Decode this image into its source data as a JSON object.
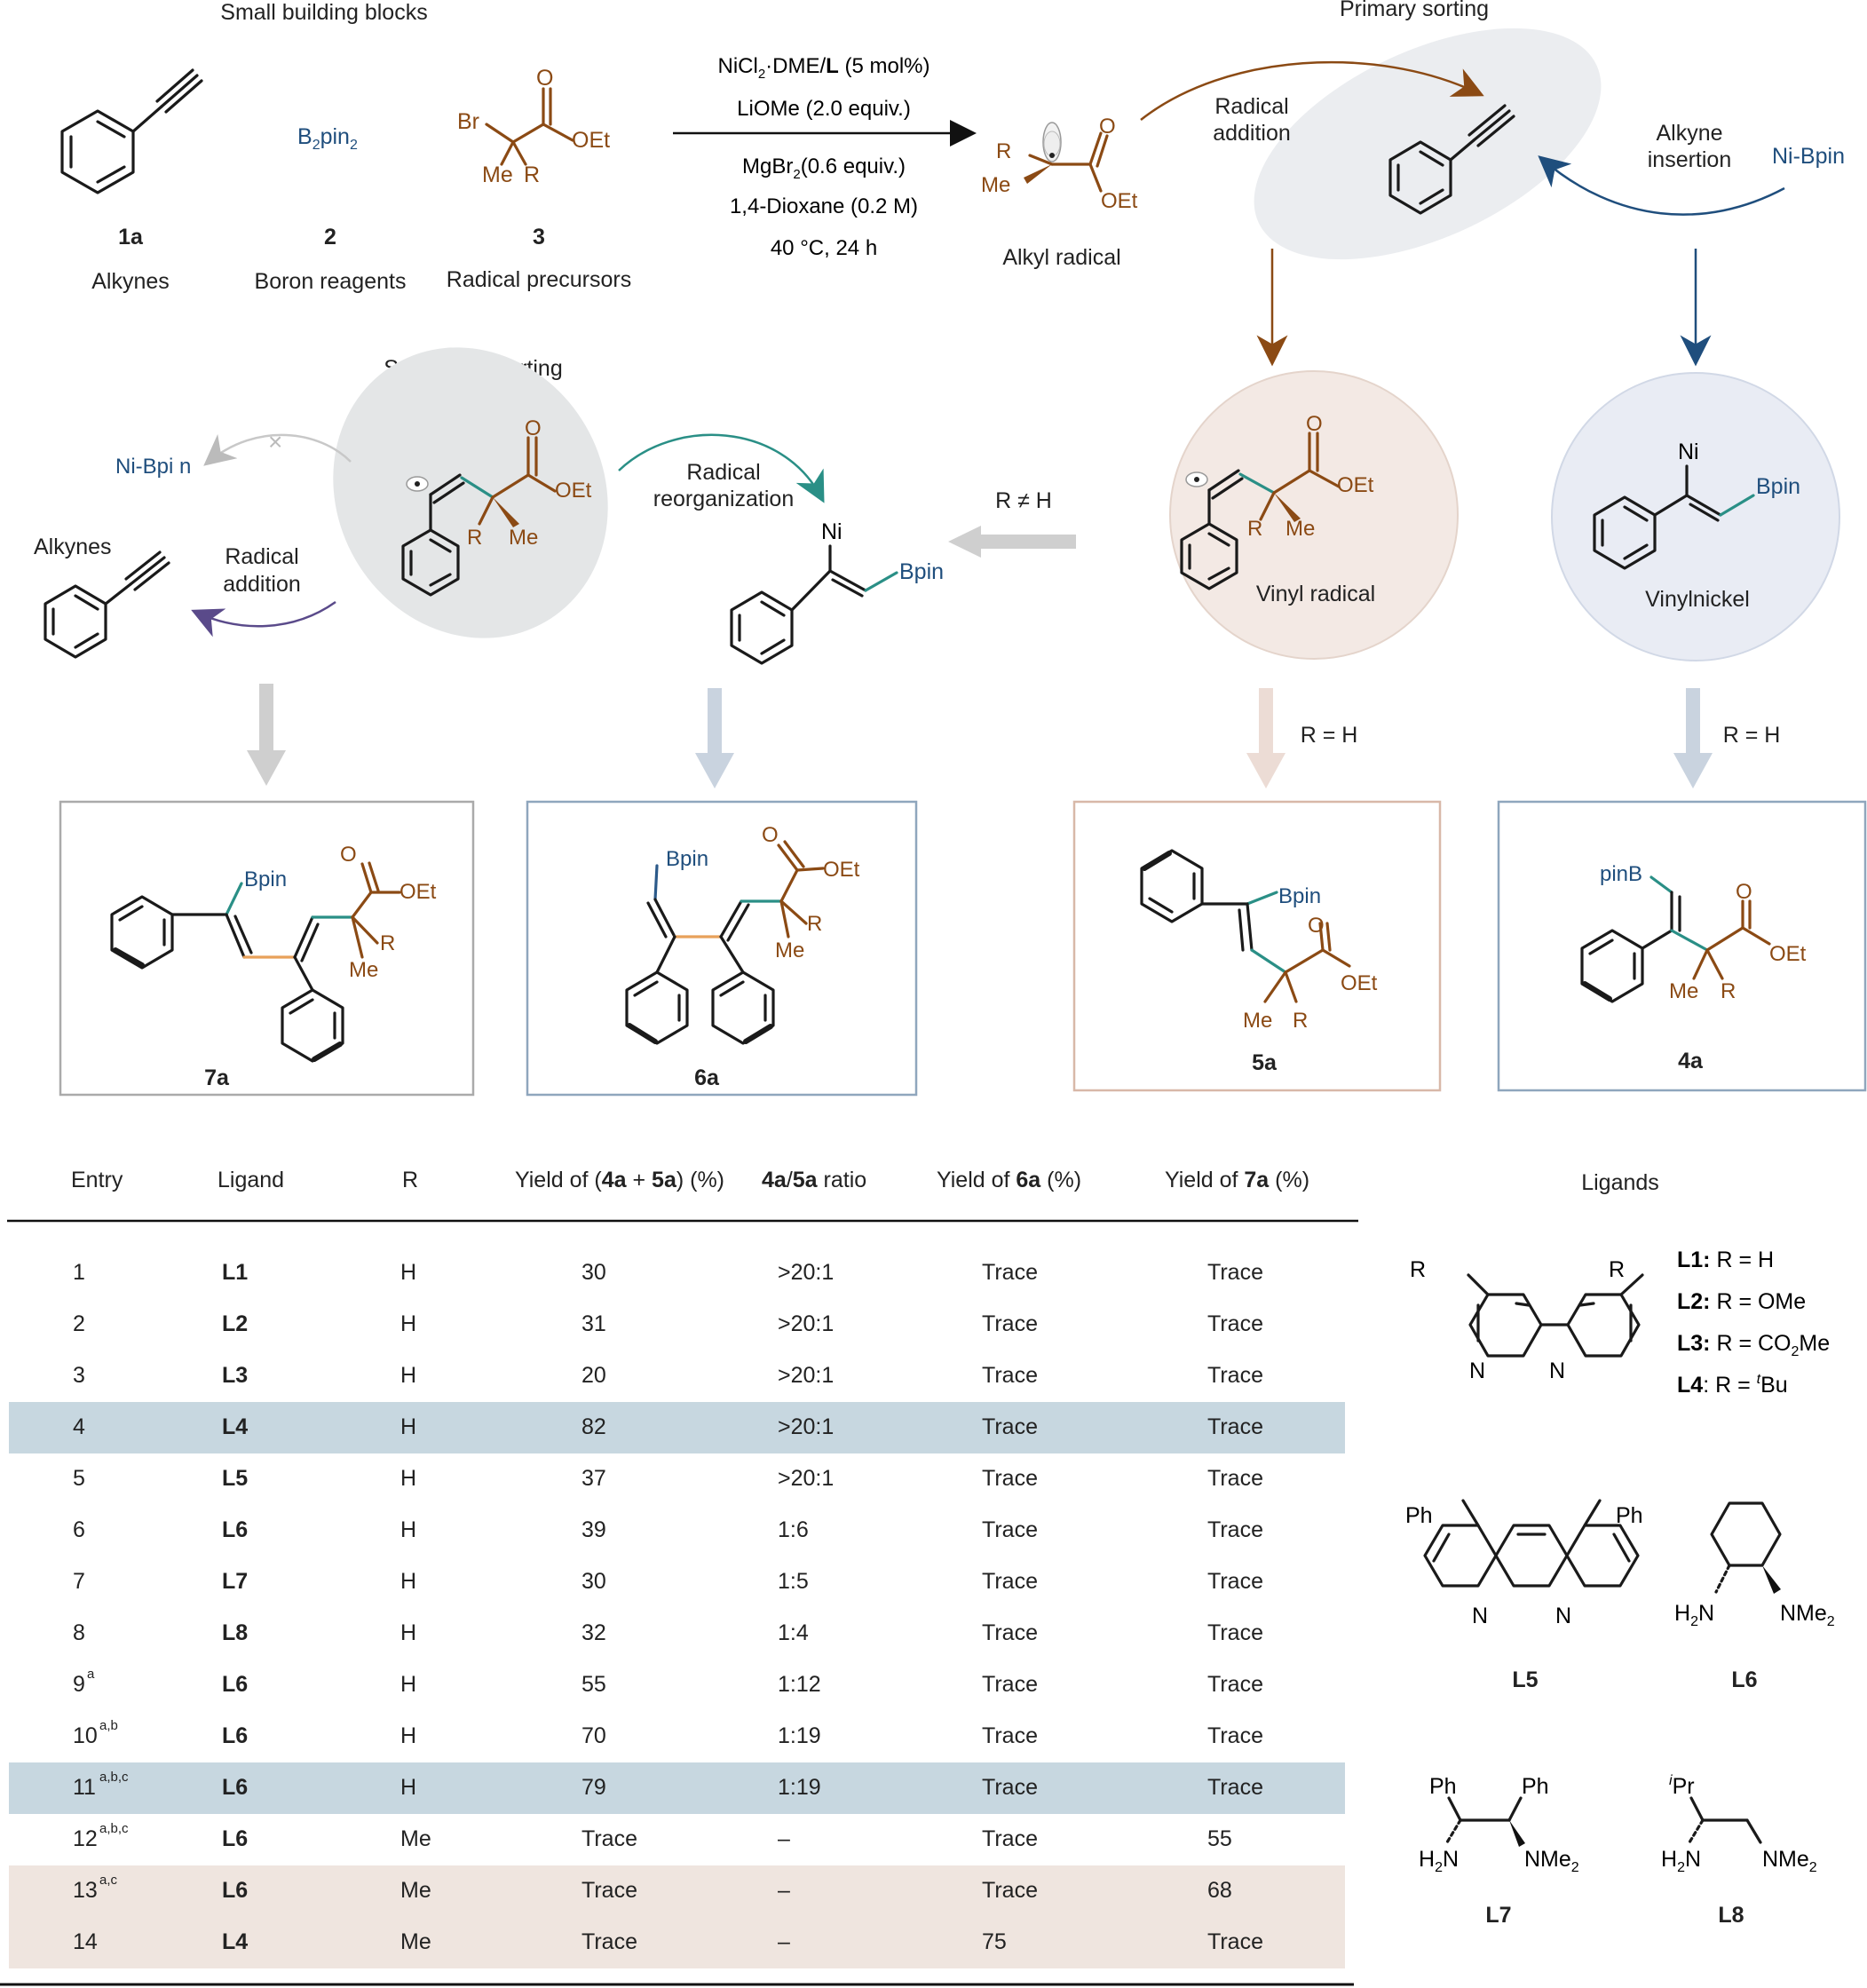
{
  "figure": {
    "headings": {
      "building_blocks": "Small building blocks",
      "primary_sorting": "Primary sorting",
      "secondary_sorting": "Secondary sorting"
    },
    "reagents": [
      {
        "id": "1a",
        "caption": "Alkynes"
      },
      {
        "id": "2",
        "formula": "B2pin2",
        "caption": "Boron reagents"
      },
      {
        "id": "3",
        "caption": "Radical precursors"
      }
    ],
    "conditions": {
      "line1": "NiCl2·DME/L (5 mol%)",
      "line2": "LiOMe (2.0 equiv.)",
      "line3": "MgBr2(0.6 equiv.)",
      "line4": "1,4-Dioxane (0.2 M)",
      "line5": "40 °C, 24 h"
    },
    "labels": {
      "alkyl_radical": "Alkyl radical",
      "radical_addition_1": "Radical addition",
      "alkyne_insertion": "Alkyne insertion",
      "ni_bpin": "Ni-Bpin",
      "ni_bpin_blocked": "Ni-Bpi n",
      "alkynes": "Alkynes",
      "radical_addition_2": "Radical addition",
      "radical_reorganization": "Radical reorganization",
      "r_ne_h": "R ≠ H",
      "vinyl_radical": "Vinyl radical",
      "vinylnickel": "Vinylnickel",
      "r_eq_h_1": "R = H",
      "r_eq_h_2": "R = H"
    },
    "atoms": {
      "me": "Me",
      "r": "R",
      "o": "O",
      "oet": "OEt",
      "br": "Br",
      "ni": "Ni",
      "bpin": "Bpin",
      "pinb": "pinB",
      "n": "N",
      "ph": "Ph",
      "h2n": "H2N",
      "nme2": "NMe2",
      "ipr": "iPr"
    },
    "products": [
      "7a",
      "6a",
      "5a",
      "4a"
    ]
  },
  "table": {
    "headers": [
      "Entry",
      "Ligand",
      "R",
      "Yield of (4a + 5a) (%)",
      "4a/5a ratio",
      "Yield of 6a (%)",
      "Yield of 7a (%)"
    ],
    "rows": [
      {
        "entry": "1",
        "sup": "",
        "ligand": "L1",
        "r": "H",
        "y45": "30",
        "ratio": ">20:1",
        "y6": "Trace",
        "y7": "Trace",
        "hl": ""
      },
      {
        "entry": "2",
        "sup": "",
        "ligand": "L2",
        "r": "H",
        "y45": "31",
        "ratio": ">20:1",
        "y6": "Trace",
        "y7": "Trace",
        "hl": ""
      },
      {
        "entry": "3",
        "sup": "",
        "ligand": "L3",
        "r": "H",
        "y45": "20",
        "ratio": ">20:1",
        "y6": "Trace",
        "y7": "Trace",
        "hl": ""
      },
      {
        "entry": "4",
        "sup": "",
        "ligand": "L4",
        "r": "H",
        "y45": "82",
        "ratio": ">20:1",
        "y6": "Trace",
        "y7": "Trace",
        "hl": "blue"
      },
      {
        "entry": "5",
        "sup": "",
        "ligand": "L5",
        "r": "H",
        "y45": "37",
        "ratio": ">20:1",
        "y6": "Trace",
        "y7": "Trace",
        "hl": ""
      },
      {
        "entry": "6",
        "sup": "",
        "ligand": "L6",
        "r": "H",
        "y45": "39",
        "ratio": "1:6",
        "y6": "Trace",
        "y7": "Trace",
        "hl": ""
      },
      {
        "entry": "7",
        "sup": "",
        "ligand": "L7",
        "r": "H",
        "y45": "30",
        "ratio": "1:5",
        "y6": "Trace",
        "y7": "Trace",
        "hl": ""
      },
      {
        "entry": "8",
        "sup": "",
        "ligand": "L8",
        "r": "H",
        "y45": "32",
        "ratio": "1:4",
        "y6": "Trace",
        "y7": "Trace",
        "hl": ""
      },
      {
        "entry": "9",
        "sup": "a",
        "ligand": "L6",
        "r": "H",
        "y45": "55",
        "ratio": "1:12",
        "y6": "Trace",
        "y7": "Trace",
        "hl": ""
      },
      {
        "entry": "10",
        "sup": "a,b",
        "ligand": "L6",
        "r": "H",
        "y45": "70",
        "ratio": "1:19",
        "y6": "Trace",
        "y7": "Trace",
        "hl": ""
      },
      {
        "entry": "11",
        "sup": "a,b,c",
        "ligand": "L6",
        "r": "H",
        "y45": "79",
        "ratio": "1:19",
        "y6": "Trace",
        "y7": "Trace",
        "hl": "blue"
      },
      {
        "entry": "12",
        "sup": "a,b,c",
        "ligand": "L6",
        "r": "Me",
        "y45": "Trace",
        "ratio": "–",
        "y6": "Trace",
        "y7": "55",
        "hl": ""
      },
      {
        "entry": "13",
        "sup": "a,c",
        "ligand": "L6",
        "r": "Me",
        "y45": "Trace",
        "ratio": "–",
        "y6": "Trace",
        "y7": "68",
        "hl": "pink"
      },
      {
        "entry": "14",
        "sup": "",
        "ligand": "L4",
        "r": "Me",
        "y45": "Trace",
        "ratio": "–",
        "y6": "75",
        "y7": "Trace",
        "hl": "pink"
      }
    ]
  },
  "ligands": {
    "title": "Ligands",
    "bipyridine_variants": [
      {
        "id": "L1",
        "r": "R = H"
      },
      {
        "id": "L2",
        "r": "R = OMe"
      },
      {
        "id": "L3",
        "r": "R = CO2Me"
      },
      {
        "id": "L4",
        "r": "R = tBu"
      }
    ],
    "others": [
      "L5",
      "L6",
      "L7",
      "L8"
    ]
  },
  "colors": {
    "brown": "#8b4a14",
    "blue": "#1f4e7d",
    "teal": "#2a8f86",
    "orange": "#e8a15a",
    "row_blue": "#c7d7e0",
    "row_pink": "#efe5df"
  }
}
